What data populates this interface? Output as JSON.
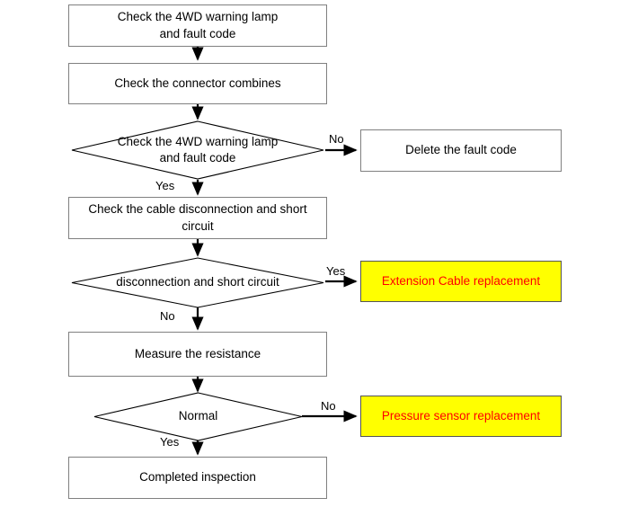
{
  "diagram": {
    "type": "flowchart",
    "title": "4WD warning lamp fault diagnosis flow",
    "colors": {
      "background": "#ffffff",
      "box_border": "#808080",
      "box_fill": "#ffffff",
      "highlight_fill": "#ffff00",
      "highlight_text": "#ff0000",
      "line": "#000000",
      "text": "#000000"
    },
    "nodes": [
      {
        "id": "n1",
        "shape": "process",
        "text_line1": "Check the 4WD warning lamp",
        "text_line2": "and fault code"
      },
      {
        "id": "n2",
        "shape": "process",
        "text_line1": "Check the connector combines",
        "text_line2": ""
      },
      {
        "id": "n3",
        "shape": "decision",
        "text_line1": "Check the 4WD warning lamp",
        "text_line2": "and fault code"
      },
      {
        "id": "n4",
        "shape": "process",
        "text_line1": "Delete the fault code",
        "text_line2": ""
      },
      {
        "id": "n5",
        "shape": "process",
        "text_line1": "Check the cable disconnection and short circuit",
        "text_line2": ""
      },
      {
        "id": "n6",
        "shape": "decision",
        "text_line1": "disconnection and short circuit",
        "text_line2": ""
      },
      {
        "id": "n7",
        "shape": "terminal",
        "text_line1": "Extension Cable replacement",
        "text_line2": ""
      },
      {
        "id": "n8",
        "shape": "process",
        "text_line1": "Measure the resistance",
        "text_line2": ""
      },
      {
        "id": "n9",
        "shape": "decision",
        "text_line1": "Normal",
        "text_line2": ""
      },
      {
        "id": "n10",
        "shape": "terminal",
        "text_line1": "Pressure sensor replacement",
        "text_line2": ""
      },
      {
        "id": "n11",
        "shape": "process",
        "text_line1": "Completed inspection",
        "text_line2": ""
      }
    ],
    "edge_labels": {
      "d1_no": "No",
      "d1_yes": "Yes",
      "d2_yes": "Yes",
      "d2_no": "No",
      "d3_no": "No",
      "d3_yes": "Yes"
    }
  }
}
